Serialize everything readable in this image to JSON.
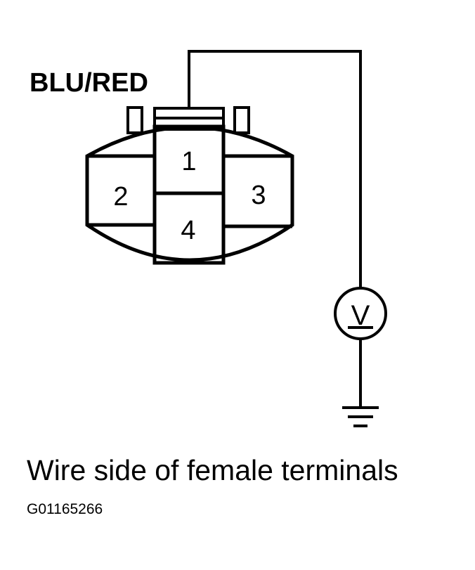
{
  "diagram": {
    "wire_label": "BLU/RED",
    "terminals": [
      {
        "id": "terminal-1",
        "number": "1"
      },
      {
        "id": "terminal-2",
        "number": "2"
      },
      {
        "id": "terminal-3",
        "number": "3"
      },
      {
        "id": "terminal-4",
        "number": "4"
      }
    ],
    "meter_symbol": "V",
    "meter_icon": "voltmeter-icon",
    "ground_icon": "ground-symbol-icon",
    "caption": "Wire side of female terminals",
    "figure_id": "G01165266"
  }
}
